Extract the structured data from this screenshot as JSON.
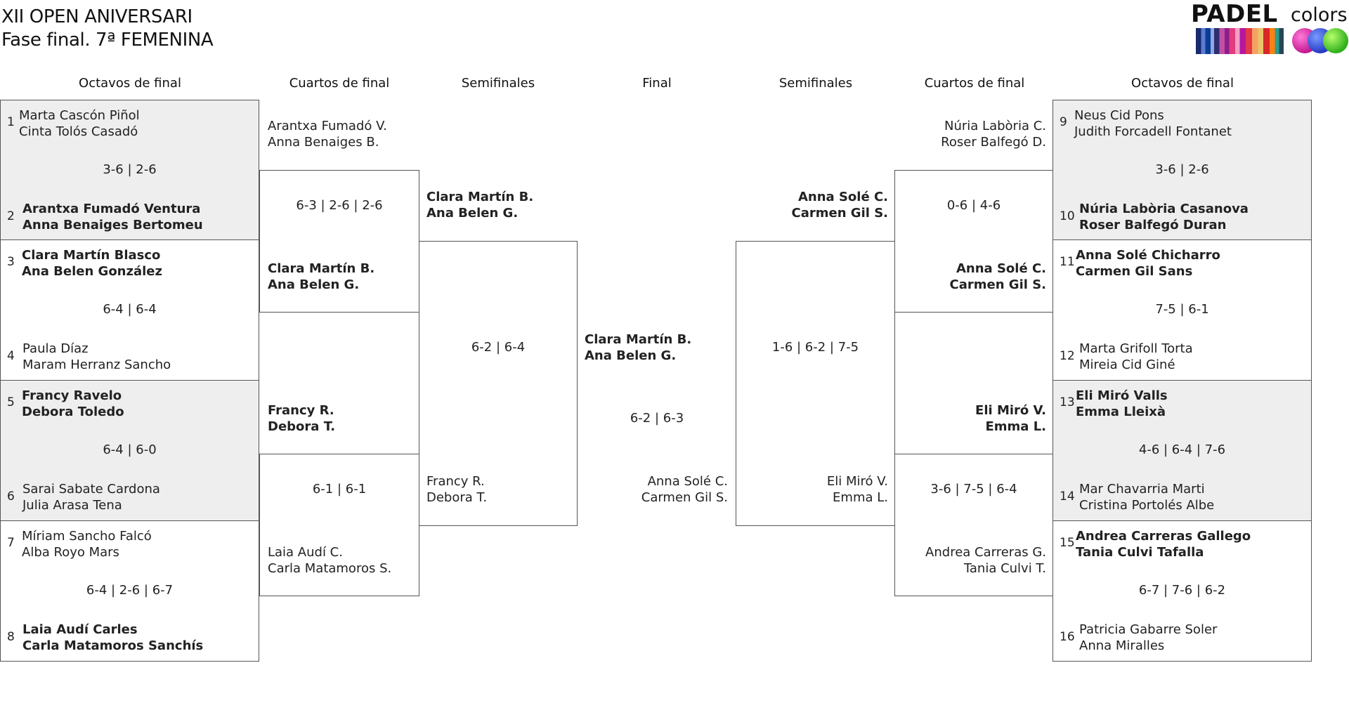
{
  "title": {
    "line1": "XII OPEN ANIVERSARI",
    "line2": "Fase final. 7ª FEMENINA"
  },
  "logo": {
    "word1": "PADEL",
    "word2": "colors",
    "colors": [
      "#1a2a6c",
      "#c24fa6",
      "#e63946",
      "#c2188f",
      "#2438c4",
      "#2fae1c"
    ]
  },
  "headers": {
    "left_r16": "Octavos de final",
    "left_qf": "Cuartos de final",
    "left_sf": "Semifinales",
    "final": "Final",
    "right_sf": "Semifinales",
    "right_qf": "Cuartos de final",
    "right_r16": "Octavos de final"
  },
  "left_r16": [
    {
      "seed_a": "1",
      "team_a": [
        "Marta Cascón Piñol",
        "Cinta Tolós Casadó"
      ],
      "score": "3-6 | 2-6",
      "seed_b": "2",
      "team_b": [
        "Arantxa Fumadó Ventura",
        "Anna Benaiges Bertomeu"
      ],
      "winner": "b"
    },
    {
      "seed_a": "3",
      "team_a": [
        "Clara Martín Blasco",
        "Ana Belen González"
      ],
      "score": "6-4 | 6-4",
      "seed_b": "4",
      "team_b": [
        "Paula Díaz",
        "Maram Herranz Sancho"
      ],
      "winner": "a"
    },
    {
      "seed_a": "5",
      "team_a": [
        "Francy Ravelo",
        "Debora Toledo"
      ],
      "score": "6-4 | 6-0",
      "seed_b": "6",
      "team_b": [
        "Sarai Sabate Cardona",
        "Julia Arasa Tena"
      ],
      "winner": "a"
    },
    {
      "seed_a": "7",
      "team_a": [
        "Míriam Sancho Falcó",
        "Alba Royo Mars"
      ],
      "score": "6-4 | 2-6 | 6-7",
      "seed_b": "8",
      "team_b": [
        "Laia Audí Carles",
        "Carla Matamoros Sanchís"
      ],
      "winner": "b"
    }
  ],
  "right_r16": [
    {
      "seed_a": "9",
      "team_a": [
        "Neus Cid Pons",
        "Judith Forcadell Fontanet"
      ],
      "score": "3-6 | 2-6",
      "seed_b": "10",
      "team_b": [
        "Núria Labòria Casanova",
        "Roser Balfegó Duran"
      ],
      "winner": "b"
    },
    {
      "seed_a": "11",
      "team_a": [
        "Anna Solé Chicharro",
        "Carmen Gil Sans"
      ],
      "score": "7-5 | 6-1",
      "seed_b": "12",
      "team_b": [
        "Marta Grifoll Torta",
        "Mireia Cid Giné"
      ],
      "winner": "a"
    },
    {
      "seed_a": "13",
      "team_a": [
        "Eli Miró Valls",
        "Emma Lleixà"
      ],
      "score": "4-6 | 6-4 | 7-6",
      "seed_b": "14",
      "team_b": [
        "Mar Chavarria Marti",
        "Cristina Portolés Albe"
      ],
      "winner": "a"
    },
    {
      "seed_a": "15",
      "team_a": [
        "Andrea Carreras Gallego",
        "Tania Culvi Tafalla"
      ],
      "score": "6-7 | 7-6 | 6-2",
      "seed_b": "16",
      "team_b": [
        "Patricia Gabarre Soler",
        "Anna Miralles"
      ],
      "winner": "a"
    }
  ],
  "left_qf": [
    {
      "team_a": [
        "Arantxa Fumadó V.",
        "Anna Benaiges B."
      ],
      "score": "6-3 | 2-6 | 2-6",
      "team_b": [
        "Clara Martín B.",
        "Ana Belen G."
      ],
      "winner": "b"
    },
    {
      "team_a": [
        "Francy R.",
        "Debora T."
      ],
      "score": "6-1 | 6-1",
      "team_b": [
        "Laia Audí C.",
        "Carla Matamoros S."
      ],
      "winner": "a"
    }
  ],
  "right_qf": [
    {
      "team_a": [
        "Núria Labòria C.",
        "Roser Balfegó D."
      ],
      "score": "0-6 | 4-6",
      "team_b": [
        "Anna Solé C.",
        "Carmen Gil S."
      ],
      "winner": "b"
    },
    {
      "team_a": [
        "Eli Miró V.",
        "Emma L."
      ],
      "score": "3-6 | 7-5 | 6-4",
      "team_b": [
        "Andrea Carreras G.",
        "Tania Culvi T."
      ],
      "winner": "a"
    }
  ],
  "left_sf": {
    "team_a": [
      "Clara Martín B.",
      "Ana Belen G."
    ],
    "score": "6-2 | 6-4",
    "team_b": [
      "Francy R.",
      "Debora T."
    ],
    "winner": "a"
  },
  "right_sf": {
    "team_a": [
      "Anna Solé C.",
      "Carmen Gil S."
    ],
    "score": "1-6 | 6-2 | 7-5",
    "team_b": [
      "Eli Miró V.",
      "Emma L."
    ],
    "winner": "a"
  },
  "final": {
    "team_a": [
      "Clara Martín B.",
      "Ana Belen G."
    ],
    "score": "6-2 | 6-3",
    "team_b": [
      "Anna Solé C.",
      "Carmen Gil S."
    ],
    "winner": "a"
  }
}
